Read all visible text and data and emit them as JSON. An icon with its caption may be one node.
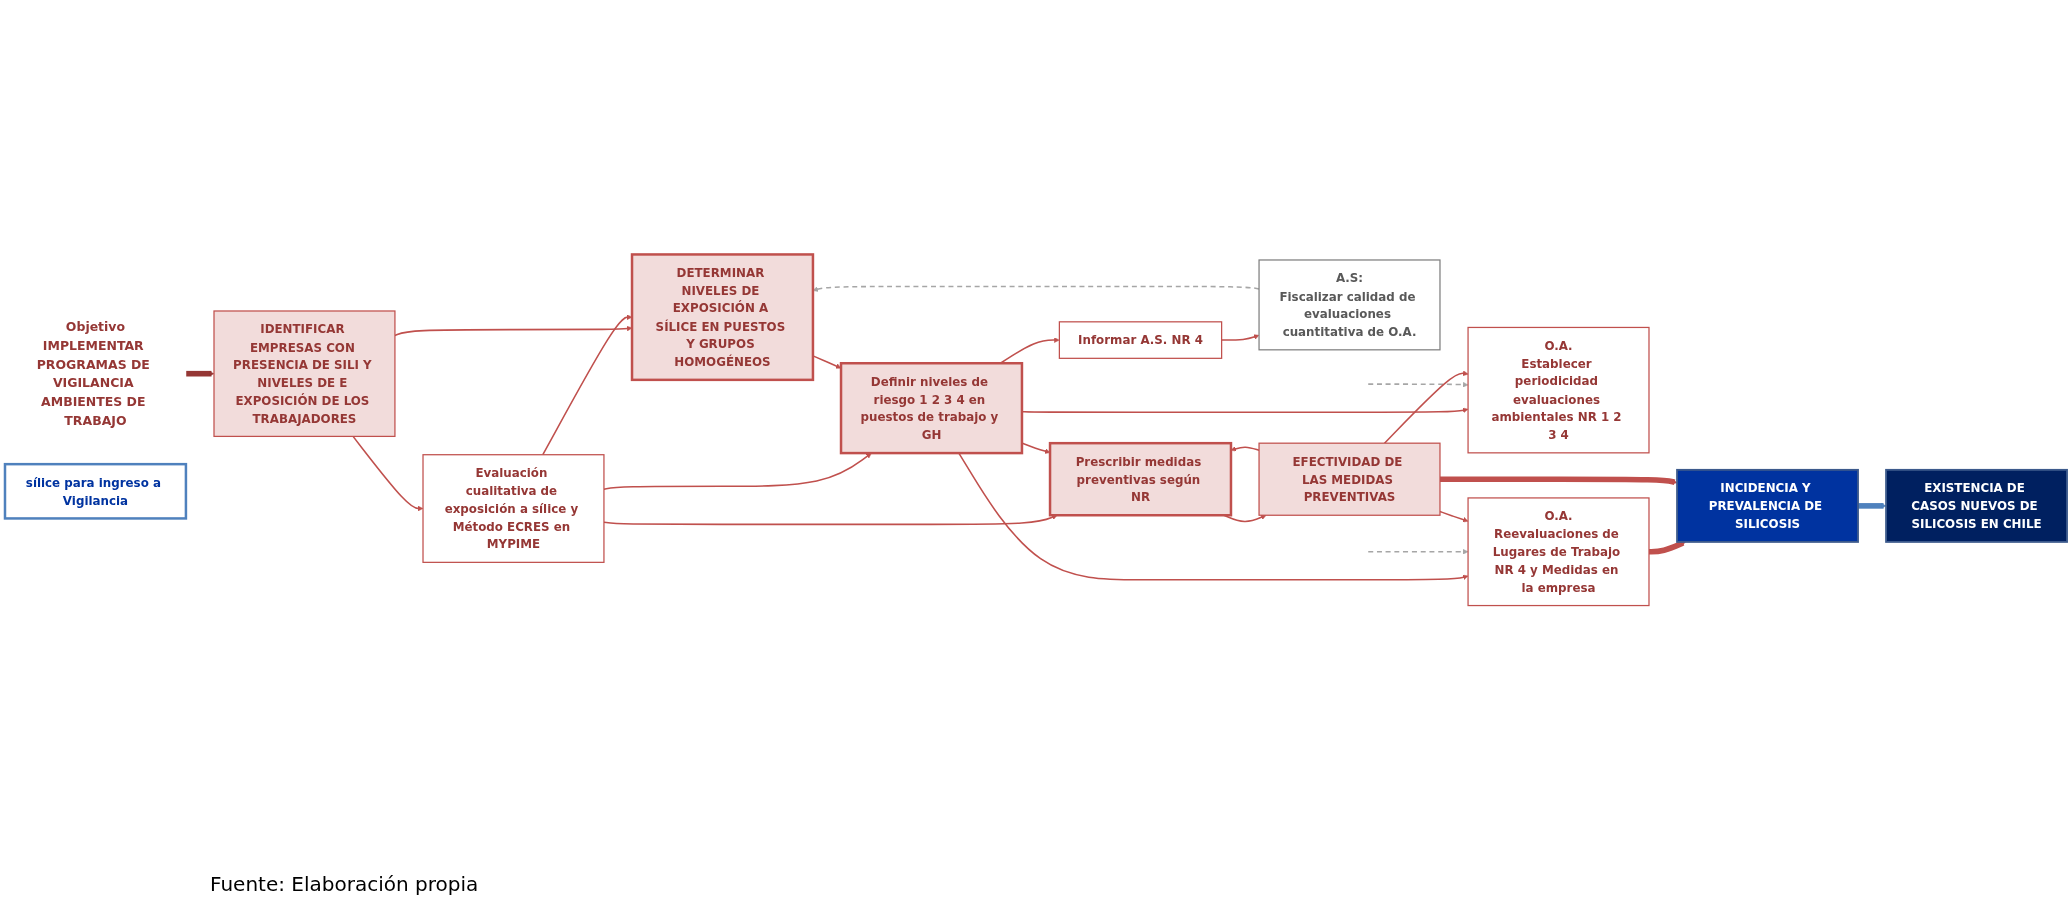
{
  "diagram": {
    "caption": "Fuente: Elaboración propia",
    "nodes": [
      {
        "text": [
          "Objetivo",
          "IMPLEMENTAR PROGRAMAS DE VIGILANCIA AMBIENTES DE TRABAJO"
        ]
      },
      {
        "text": [
          "IDENTIFICAR EMPRESAS CON PRESENCIA DE SILI Y NIVELES DE E EXPOSICIÓN DE LOS TRABAJADORES"
        ]
      },
      {
        "text": [
          "Evaluación cualitativa de exposición a sílice y Método ECRES en MYPIME"
        ]
      },
      {
        "text": [
          "DETERMINAR NIVELES DE EXPOSICIÓN A SÍLICE EN PUESTOS Y GRUPOS HOMOGÉNEOS"
        ]
      },
      {
        "text": [
          "A.S:",
          "Fiscalizar calidad de evaluaciones cuantitativa de O.A."
        ]
      },
      {
        "text": [
          "Informar A.S. NR 4"
        ]
      },
      {
        "text": [
          "Definir niveles de riesgo 1 2 3 4 en puestos de trabajo y GH"
        ]
      },
      {
        "text": [
          "sílice para ingreso a Vigilancia"
        ]
      },
      {
        "text": [
          "O.A.",
          "Establecer periodicidad evaluaciones ambientales NR 1 2 3 4"
        ]
      },
      {
        "text": [
          "O.A.",
          "Reevaluaciones de Lugares de Trabajo NR 4 y Medidas en la empresa"
        ]
      },
      {
        "text": [
          "Prescribir medidas preventivas según NR"
        ]
      },
      {
        "text": [
          "EFECTIVIDAD DE LAS MEDIDAS PREVENTIVAS"
        ]
      },
      {
        "text": [
          "INCIDENCIA Y PREVALENCIA DE SILICOSIS"
        ]
      },
      {
        "text": [
          "EXISTENCIA DE CASOS NUEVOS DE SILICOSIS EN CHILE"
        ]
      }
    ],
    "edges": [
      {
        "from": 0,
        "to": 1,
        "arrow": "to",
        "style": "thick",
        "color": "#953735"
      },
      {
        "from": 1,
        "to": 3,
        "arrow": "to"
      },
      {
        "from": 1,
        "to": 2,
        "arrow": "to"
      },
      {
        "from": 2,
        "to": 3,
        "arrow": "to"
      },
      {
        "from": 2,
        "to": 6,
        "arrow": "to"
      },
      {
        "from": 2,
        "to": 10,
        "arrow": "to"
      },
      {
        "from": 3,
        "to": 6,
        "arrow": "to"
      },
      {
        "from": 6,
        "to": 5,
        "arrow": "to"
      },
      {
        "from": 5,
        "to": 4,
        "arrow": "to"
      },
      {
        "from": 4,
        "to": 3,
        "arrow": "to",
        "style": "dashed",
        "color": "#a6a6a6"
      },
      {
        "from": 6,
        "to": 8,
        "arrow": "to"
      },
      {
        "from": 6,
        "to": 9,
        "arrow": "to"
      },
      {
        "from": null,
        "to": 8,
        "arrow": "to",
        "style": "dashed",
        "color": "#a6a6a6"
      },
      {
        "from": null,
        "to": 9,
        "arrow": "to",
        "style": "dashed",
        "color": "#a6a6a6"
      },
      {
        "from": 6,
        "to": 10,
        "arrow": "to"
      },
      {
        "from": 10,
        "to": 11,
        "arrow": "to"
      },
      {
        "from": 11,
        "to": 10,
        "arrow": "to"
      },
      {
        "from": 11,
        "to": 8,
        "arrow": "to"
      },
      {
        "from": 11,
        "to": 9,
        "arrow": "to"
      },
      {
        "from": 9,
        "to": 12,
        "arrow": "to",
        "style": "thick"
      },
      {
        "from": 11,
        "to": 12,
        "arrow": "to",
        "style": "thick"
      },
      {
        "from": 12,
        "to": 13,
        "arrow": "to",
        "style": "thick",
        "color": "#4f81bd"
      }
    ]
  }
}
